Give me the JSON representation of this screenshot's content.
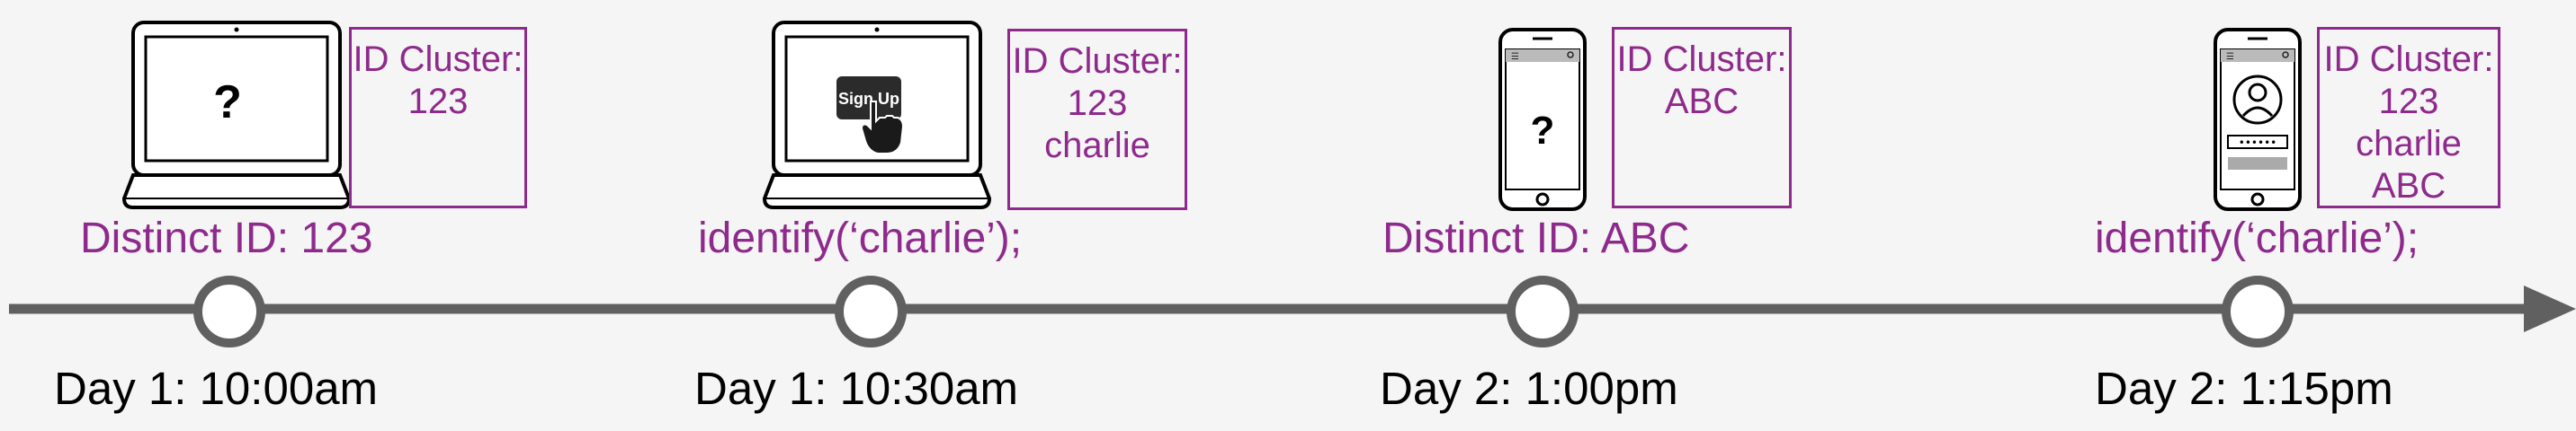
{
  "events": [
    {
      "device": "laptop",
      "screen": "unknown",
      "screen_text": "?",
      "label": "Distinct ID: 123",
      "time": "Day 1: 10:00am",
      "cluster_title": "ID Cluster:",
      "cluster_ids": [
        "123"
      ]
    },
    {
      "device": "laptop",
      "screen": "signup",
      "screen_text": "Sign Up",
      "label": "identify(‘charlie’);",
      "time": "Day 1: 10:30am",
      "cluster_title": "ID Cluster:",
      "cluster_ids": [
        "123",
        "charlie"
      ]
    },
    {
      "device": "phone",
      "screen": "unknown",
      "screen_text": "?",
      "label": "Distinct ID: ABC",
      "time": "Day 2: 1:00pm",
      "cluster_title": "ID Cluster:",
      "cluster_ids": [
        "ABC"
      ]
    },
    {
      "device": "phone",
      "screen": "login",
      "screen_text": "••••••",
      "label": "identify(‘charlie’);",
      "time": "Day 2: 1:15pm",
      "cluster_title": "ID Cluster:",
      "cluster_ids": [
        "123",
        "charlie",
        "ABC"
      ]
    }
  ],
  "colors": {
    "accent": "#8e2a8c",
    "timeline": "#606060",
    "node_fill": "#ffffff",
    "background": "#f5f5f5"
  }
}
